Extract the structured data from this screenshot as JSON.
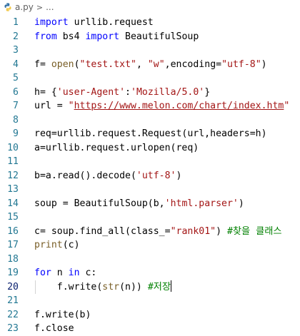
{
  "breadcrumb": {
    "file_name": "a.py",
    "separator": ">",
    "more": "..."
  },
  "colors": {
    "keyword": "#0000ff",
    "string": "#a31515",
    "function": "#795e26",
    "comment": "#008000",
    "line_number": "#237893",
    "line_number_active": "#0b216f"
  },
  "editor": {
    "active_line": 20,
    "lines": [
      {
        "num": "1",
        "tokens": [
          {
            "t": "kw",
            "v": "import"
          },
          {
            "t": "plain",
            "v": " urllib.request"
          }
        ]
      },
      {
        "num": "2",
        "tokens": [
          {
            "t": "kw",
            "v": "from"
          },
          {
            "t": "plain",
            "v": " bs4 "
          },
          {
            "t": "kw",
            "v": "import"
          },
          {
            "t": "plain",
            "v": " BeautifulSoup"
          }
        ]
      },
      {
        "num": "3",
        "tokens": []
      },
      {
        "num": "4",
        "tokens": [
          {
            "t": "plain",
            "v": "f= "
          },
          {
            "t": "fn",
            "v": "open"
          },
          {
            "t": "plain",
            "v": "("
          },
          {
            "t": "str",
            "v": "\"test.txt\""
          },
          {
            "t": "plain",
            "v": ", "
          },
          {
            "t": "str",
            "v": "\"w\""
          },
          {
            "t": "plain",
            "v": ",encoding="
          },
          {
            "t": "str",
            "v": "\"utf-8\""
          },
          {
            "t": "plain",
            "v": ")"
          }
        ]
      },
      {
        "num": "5",
        "tokens": []
      },
      {
        "num": "6",
        "tokens": [
          {
            "t": "plain",
            "v": "h= {"
          },
          {
            "t": "str",
            "v": "'user-Agent'"
          },
          {
            "t": "plain",
            "v": ":"
          },
          {
            "t": "str",
            "v": "'Mozilla/5.0'"
          },
          {
            "t": "plain",
            "v": "}"
          }
        ]
      },
      {
        "num": "7",
        "tokens": [
          {
            "t": "plain",
            "v": "url = "
          },
          {
            "t": "str",
            "v": "\""
          },
          {
            "t": "link",
            "v": "https://www.melon.com/chart/index.htm"
          },
          {
            "t": "str",
            "v": "\""
          }
        ]
      },
      {
        "num": "8",
        "tokens": []
      },
      {
        "num": "9",
        "tokens": [
          {
            "t": "plain",
            "v": "req=urllib.request.Request(url,headers=h)"
          }
        ]
      },
      {
        "num": "10",
        "tokens": [
          {
            "t": "plain",
            "v": "a=urllib.request.urlopen(req)"
          }
        ]
      },
      {
        "num": "11",
        "tokens": []
      },
      {
        "num": "12",
        "tokens": [
          {
            "t": "plain",
            "v": "b=a.read().decode("
          },
          {
            "t": "str",
            "v": "'utf-8'"
          },
          {
            "t": "plain",
            "v": ")"
          }
        ]
      },
      {
        "num": "13",
        "tokens": []
      },
      {
        "num": "14",
        "tokens": [
          {
            "t": "plain",
            "v": "soup = BeautifulSoup(b,"
          },
          {
            "t": "str",
            "v": "'html.parser'"
          },
          {
            "t": "plain",
            "v": ")"
          }
        ]
      },
      {
        "num": "15",
        "tokens": []
      },
      {
        "num": "16",
        "tokens": [
          {
            "t": "plain",
            "v": "c= soup.find_all(class_="
          },
          {
            "t": "str",
            "v": "\"rank01\""
          },
          {
            "t": "plain",
            "v": ") "
          },
          {
            "t": "cm",
            "v": "#찾을 클래스"
          }
        ]
      },
      {
        "num": "17",
        "tokens": [
          {
            "t": "fn",
            "v": "print"
          },
          {
            "t": "plain",
            "v": "(c)"
          }
        ]
      },
      {
        "num": "18",
        "tokens": []
      },
      {
        "num": "19",
        "tokens": [
          {
            "t": "kw",
            "v": "for"
          },
          {
            "t": "plain",
            "v": " n "
          },
          {
            "t": "kw",
            "v": "in"
          },
          {
            "t": "plain",
            "v": " c:"
          }
        ]
      },
      {
        "num": "20",
        "tokens": [
          {
            "t": "plain",
            "v": "    f.write("
          },
          {
            "t": "fn",
            "v": "str"
          },
          {
            "t": "plain",
            "v": "(n)) "
          },
          {
            "t": "cm",
            "v": "#저장"
          }
        ]
      },
      {
        "num": "21",
        "tokens": []
      },
      {
        "num": "22",
        "tokens": [
          {
            "t": "plain",
            "v": "f.write(b)"
          }
        ]
      },
      {
        "num": "23",
        "tokens": [
          {
            "t": "plain",
            "v": "f.close"
          }
        ]
      }
    ]
  }
}
